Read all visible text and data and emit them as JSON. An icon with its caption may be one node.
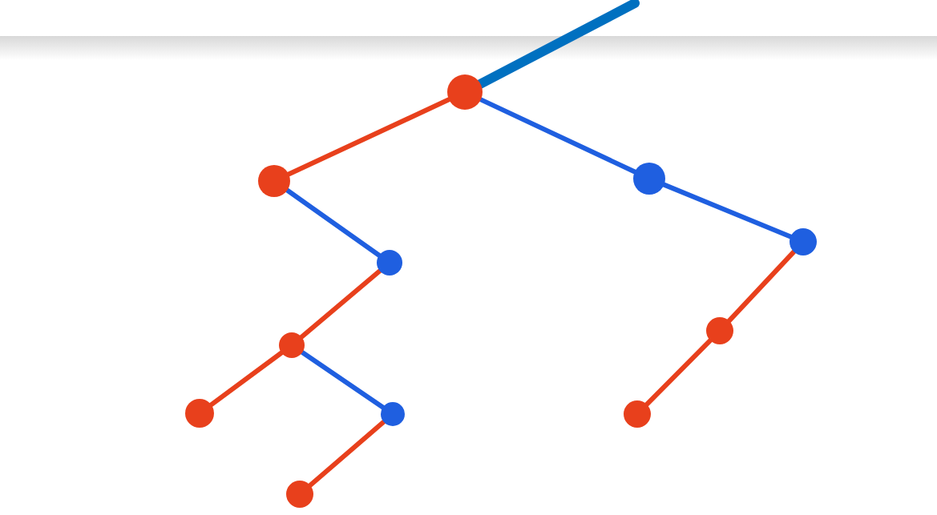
{
  "diagram": {
    "nodes": [
      {
        "text": [],
        "shape": "circle"
      },
      {
        "text": [],
        "shape": "circle"
      },
      {
        "text": [],
        "shape": "circle"
      },
      {
        "text": [],
        "shape": "circle"
      },
      {
        "text": [],
        "shape": "circle"
      },
      {
        "text": [],
        "shape": "circle"
      },
      {
        "text": [],
        "shape": "circle"
      },
      {
        "text": [],
        "shape": "circle"
      },
      {
        "text": [],
        "shape": "circle"
      },
      {
        "text": [],
        "shape": "circle"
      },
      {
        "text": [],
        "shape": "circle"
      }
    ],
    "edges": [
      {
        "from": null,
        "to": 0,
        "arrow": "none",
        "style": "thick",
        "color": "#0070c0"
      },
      {
        "from": 0,
        "to": 1,
        "arrow": "none"
      },
      {
        "from": 0,
        "to": 2,
        "arrow": "none",
        "color": "#1f5fe0"
      },
      {
        "from": 2,
        "to": 4,
        "arrow": "none",
        "color": "#1f5fe0"
      },
      {
        "from": 1,
        "to": 3,
        "arrow": "none",
        "color": "#1f5fe0"
      },
      {
        "from": 3,
        "to": 5,
        "arrow": "none"
      },
      {
        "from": 4,
        "to": 6,
        "arrow": "none"
      },
      {
        "from": 5,
        "to": 7,
        "arrow": "none"
      },
      {
        "from": 5,
        "to": 8,
        "arrow": "none",
        "color": "#1f5fe0"
      },
      {
        "from": 6,
        "to": 9,
        "arrow": "none"
      },
      {
        "from": 8,
        "to": 10,
        "arrow": "none"
      }
    ]
  }
}
